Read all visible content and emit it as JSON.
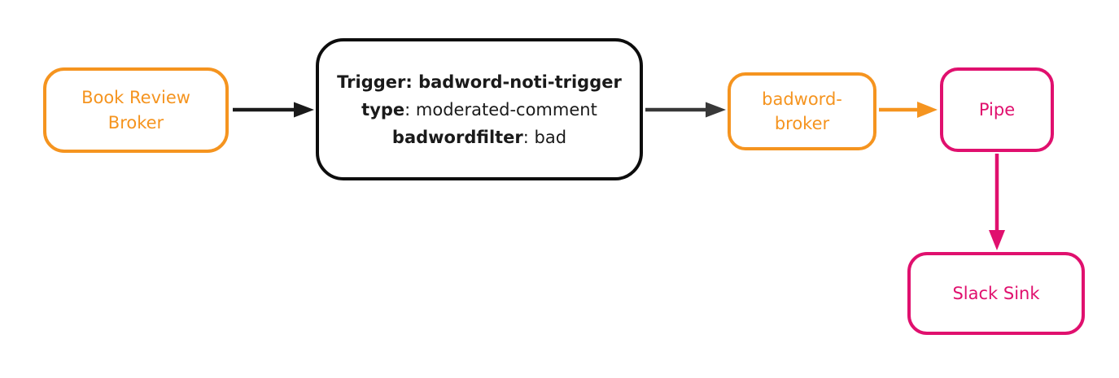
{
  "diagram": {
    "type": "flow-diagram",
    "colors": {
      "orange": "#F5941F",
      "pink": "#E0106E",
      "black": "#1a1a1a",
      "dark_gray_arrow": "#383838",
      "background": "#ffffff"
    },
    "nodes": {
      "book_broker": {
        "label": "Book Review Broker",
        "color": "#F5941F"
      },
      "trigger": {
        "line1": "Trigger: badword-noti-trigger",
        "line2_key": "type",
        "line2_rest": ": moderated-comment",
        "line3_key": "badwordfilter",
        "line3_rest": ": bad",
        "color": "#1a1a1a"
      },
      "badword_broker": {
        "label": "badword-broker",
        "color": "#F5941F"
      },
      "pipe": {
        "label": "Pipe",
        "color": "#E0106E"
      },
      "slack_sink": {
        "label": "Slack Sink",
        "color": "#E0106E"
      }
    },
    "edges": [
      {
        "from": "book_broker",
        "to": "trigger",
        "color": "#1a1a1a"
      },
      {
        "from": "trigger",
        "to": "badword_broker",
        "color": "#383838"
      },
      {
        "from": "badword_broker",
        "to": "pipe",
        "color": "#F5941F"
      },
      {
        "from": "pipe",
        "to": "slack_sink",
        "color": "#E0106E"
      }
    ]
  }
}
